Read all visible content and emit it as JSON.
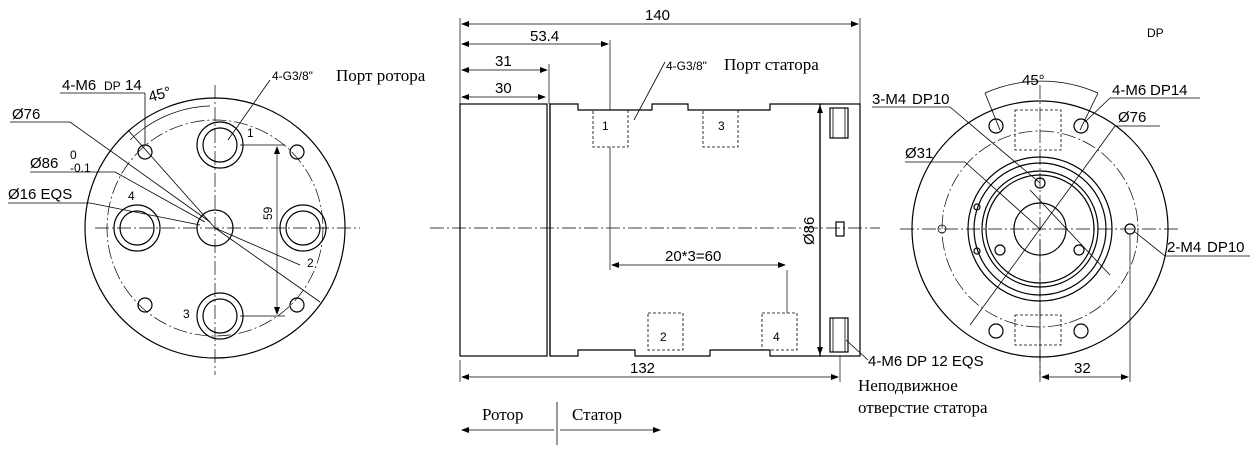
{
  "corner_label": "DP",
  "left_view": {
    "m6": "4-M6",
    "dp": "DP",
    "dp_val": "14",
    "angle": "45°",
    "d76": "Ø76",
    "d86": "Ø86",
    "d86_up": "0",
    "d86_down": "-0.1",
    "d16": "Ø16 EQS",
    "port": "4-G3/8\"",
    "port_name": "Порт ротора",
    "dim59": "59",
    "n1": "1",
    "n2": "2",
    "n3": "3",
    "n4": "4"
  },
  "side_view": {
    "d140": "140",
    "d53": "53.4",
    "d31": "31",
    "d30": "30",
    "port": "4-G3/8\"",
    "port_name": "Порт статора",
    "pitch": "20*3=60",
    "d86": "Ø86",
    "d132": "132",
    "m6eqs": "4-M6 DP 12 EQS",
    "fixed1": "Неподвижное",
    "fixed2": "отверстие статора",
    "n1": "1",
    "n2": "2",
    "n3": "3",
    "n4": "4",
    "rotor": "Ротор",
    "stator": "Статор"
  },
  "right_view": {
    "angle": "45°",
    "m4": "3-M4",
    "m4dp": "DP10",
    "m6": "4-M6",
    "m6dp": "DP14",
    "d31": "Ø31",
    "d76": "Ø76",
    "m4b": "2-M4",
    "m4bdp": "DP10",
    "d32": "32"
  }
}
